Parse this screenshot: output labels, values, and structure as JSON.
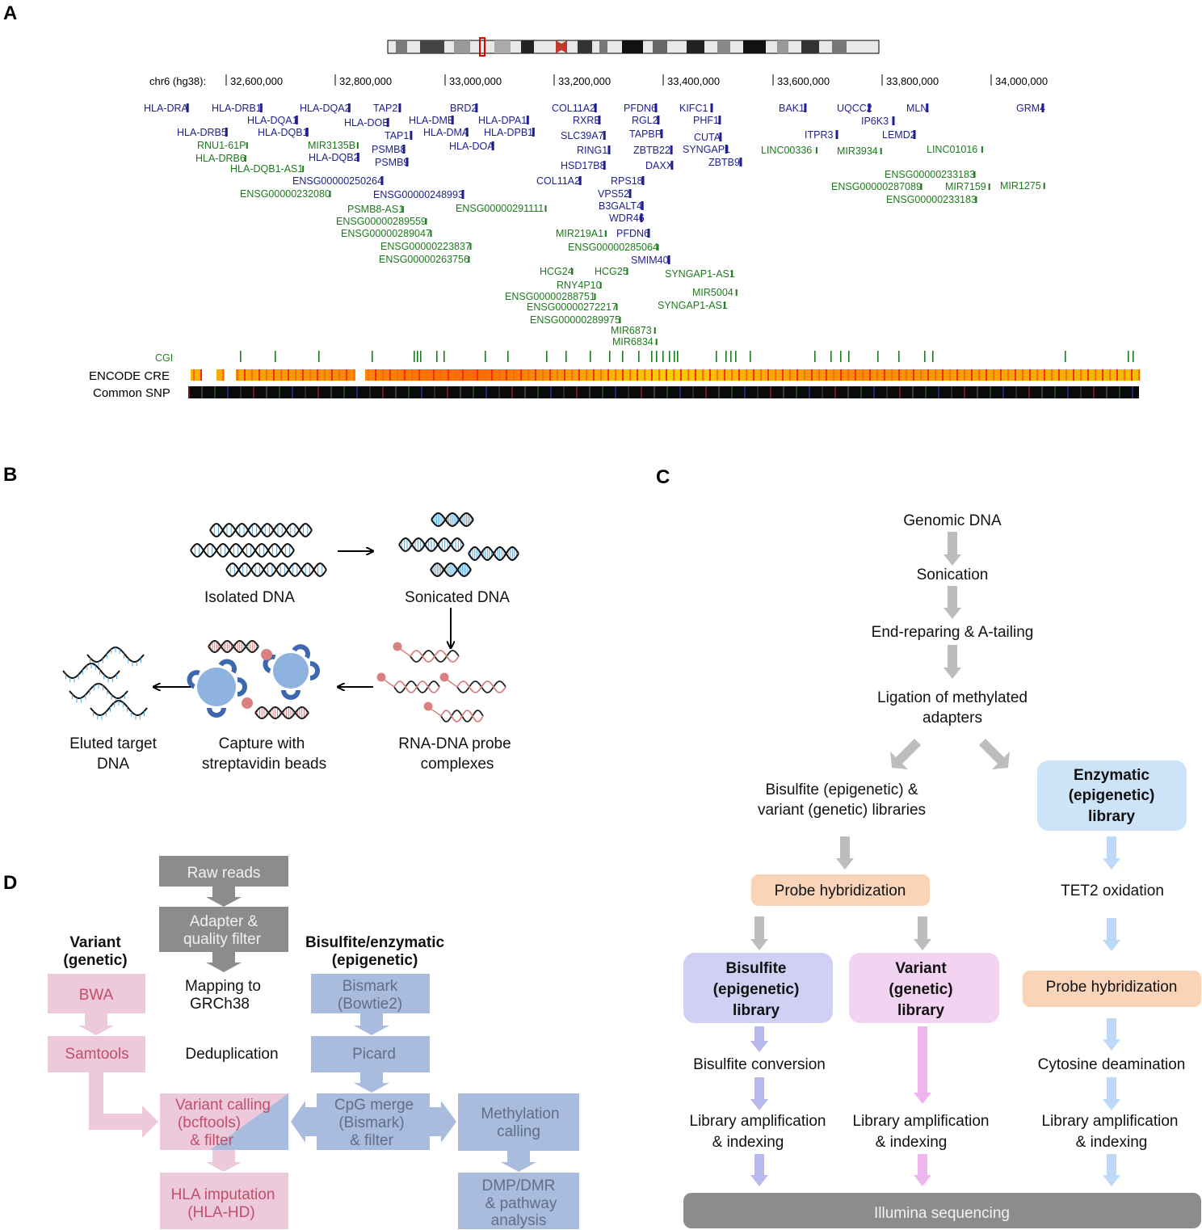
{
  "panels": {
    "a": "A",
    "b": "B",
    "c": "C",
    "d": "D"
  },
  "panel_a": {
    "axis_label": "chr6 (hg38):",
    "ticks": [
      "32,600,000",
      "32,800,000",
      "33,000,000",
      "33,200,000",
      "33,400,000",
      "33,600,000",
      "33,800,000",
      "34,000,000"
    ],
    "genes_blue": [
      "HLA-DRA",
      "HLA-DRB1",
      "HLA-DQA2",
      "TAP2",
      "BRD2",
      "COL11A2",
      "PFDN6",
      "KIFC1",
      "BAK1",
      "UQCC2",
      "MLN",
      "GRM4",
      "HLA-DQA1",
      "HLA-DOB",
      "HLA-DMB",
      "HLA-DPA1",
      "RXRB",
      "RGL2",
      "PHF1",
      "IP6K3",
      "HLA-DRB5",
      "HLA-DQB1",
      "TAP1",
      "HLA-DMA",
      "HLA-DPB1",
      "SLC39A7",
      "TAPBP",
      "CUTA",
      "ITPR3",
      "LEMD2",
      "PSMB8",
      "HLA-DOA",
      "RING1",
      "ZBTB22",
      "SYNGAP1",
      "HLA-DQB2",
      "PSMB9",
      "HSD17B8",
      "DAXX",
      "ZBTB9",
      "ENSG00000250264",
      "COL11A2",
      "RPS18",
      "ENSG00000248993",
      "VPS52",
      "B3GALT4",
      "WDR46",
      "PFDN6",
      "SMIM40"
    ],
    "genes_green": [
      "RNU1-61P",
      "MIR3135B",
      "HLA-DRB6",
      "HLA-DQB1-AS1",
      "LINC00336",
      "MIR3934",
      "LINC01016",
      "ENSG00000232080",
      "ENSG00000233183",
      "ENSG00000287089",
      "MIR7159",
      "MIR1275",
      "ENSG00000233183",
      "PSMB8-AS1",
      "ENSG00000291111",
      "ENSG00000289559",
      "ENSG00000289047",
      "MIR219A1",
      "ENSG00000223837",
      "ENSG00000285064",
      "ENSG00000263756",
      "HCG24",
      "HCG25",
      "SYNGAP1-AS1",
      "RNY4P10",
      "MIR5004",
      "ENSG00000288751",
      "ENSG00000272217",
      "SYNGAP1-AS1",
      "ENSG00000289975",
      "MIR6873",
      "MIR6834"
    ],
    "tracks": {
      "cgi": "CGI",
      "cre": "ENCODE CRE",
      "snp": "Common SNP"
    }
  },
  "panel_b": {
    "isolated": "Isolated DNA",
    "sonicated": "Sonicated DNA",
    "probe": [
      "RNA-DNA probe",
      "complexes"
    ],
    "capture": [
      "Capture with",
      "streptavidin beads"
    ],
    "eluted": [
      "Eluted target",
      "DNA"
    ]
  },
  "panel_c": {
    "genomic": "Genomic DNA",
    "sonication": "Sonication",
    "endrep": "End-reparing & A-tailing",
    "ligation": [
      "Ligation of methylated",
      "adapters"
    ],
    "bis_var": [
      "Bisulfite (epigenetic) &",
      "variant (genetic) libraries"
    ],
    "enzymatic": [
      "Enzymatic",
      "(epigenetic)",
      "library"
    ],
    "probe_hyb": "Probe hybridization",
    "tet2": "TET2 oxidation",
    "bis_lib": [
      "Bisulfite",
      "(epigenetic)",
      "library"
    ],
    "var_lib": [
      "Variant",
      "(genetic)",
      "library"
    ],
    "probe_hyb2": "Probe hybridization",
    "bis_conv": "Bisulfite conversion",
    "cyt_deam": "Cytosine deamination",
    "lib_amp": [
      "Library amplification",
      "& indexing"
    ],
    "illumina": "Illumina sequencing"
  },
  "panel_d": {
    "raw": "Raw reads",
    "adapter": [
      "Adapter &",
      "quality filter"
    ],
    "variant_head": [
      "Variant",
      "(genetic)"
    ],
    "bis_head": [
      "Bisulfite/enzymatic",
      "(epigenetic)"
    ],
    "bwa": "BWA",
    "mapping": [
      "Mapping to",
      "GRCh38"
    ],
    "bismark": [
      "Bismark",
      "(Bowtie2)"
    ],
    "samtools": "Samtools",
    "dedup": "Deduplication",
    "picard": "Picard",
    "varcall": [
      "Variant calling",
      "(bcftools)",
      "& filter"
    ],
    "cpg": [
      "CpG merge",
      "(Bismark)",
      "& filter"
    ],
    "methcall": [
      "Methylation",
      "calling"
    ],
    "hla": [
      "HLA imputation",
      "(HLA-HD)"
    ],
    "dmp": [
      "DMP/DMR",
      "& pathway",
      "analysis"
    ]
  },
  "colors": {
    "gene_blue": "#1f1f8f",
    "gene_green": "#1e7a1e",
    "arrow_gray": "#bdbdbd",
    "bis_box": "#cfd0f3",
    "var_box": "#f2d3f2",
    "enz_box": "#cde3f8",
    "probe_box": "#fad4b9",
    "illumina_box": "#8c8c8c",
    "d_gray": "#8c8c8c",
    "d_pink": "#edc9dc",
    "d_blue": "#a9bcdd",
    "d_pink_text": "#c0506a"
  }
}
